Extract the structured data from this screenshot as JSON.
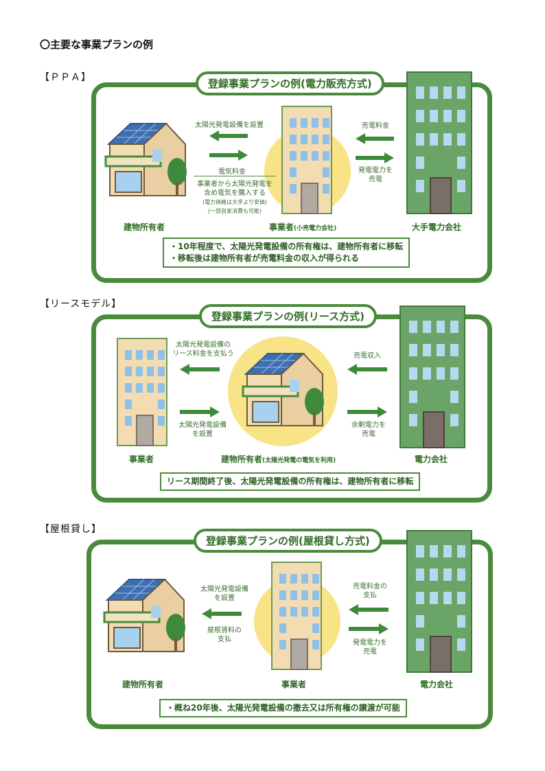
{
  "page_title": "〇主要な事業プランの例",
  "sections": [
    {
      "label": "【ＰＰＡ】",
      "title": "登録事業プランの例(電力販売方式)",
      "left_actor": "建物所有者",
      "center_actor": "事業者",
      "center_actor_sub": "(小売電力会社)",
      "right_actor": "大手電力会社",
      "left_top_text": "太陽光発電設備を設置",
      "left_mid_text": "電気料金",
      "left_bottom_lines": [
        "事業者から太陽光発電を",
        "含め電気を購入する",
        "(電力価格は大手より安価)",
        "(一部自家消費も可能)"
      ],
      "right_top_text": "売電料金",
      "right_bottom_lines": [
        "発電電力を",
        "売電"
      ],
      "notes": [
        "・10年程度で、太陽光発電設備の所有権は、建物所有者に移転",
        "・移転後は建物所有者が売電料金の収入が得られる"
      ]
    },
    {
      "label": "【リースモデル】",
      "title": "登録事業プランの例(リース方式)",
      "left_actor": "事業者",
      "center_actor": "建物所有者",
      "center_actor_sub": "(太陽光発電の電気を利用)",
      "right_actor": "電力会社",
      "left_top_lines": [
        "太陽光発電設備の",
        "リース料金を支払う"
      ],
      "left_bottom_lines": [
        "太陽光発電設備",
        "を設置"
      ],
      "right_top_text": "売電収入",
      "right_bottom_lines": [
        "余剰電力を",
        "売電"
      ],
      "notes": [
        "リース期間終了後、太陽光発電設備の所有権は、建物所有者に移転"
      ]
    },
    {
      "label": "【屋根貸し】",
      "title": "登録事業プランの例(屋根貸し方式)",
      "left_actor": "建物所有者",
      "center_actor": "事業者",
      "right_actor": "電力会社",
      "left_top_lines": [
        "太陽光発電設備",
        "を設置"
      ],
      "left_bottom_lines": [
        "屋根賃料の",
        "支払"
      ],
      "right_top_lines": [
        "売電料金の",
        "支払"
      ],
      "right_bottom_lines": [
        "発電電力を",
        "売電"
      ],
      "notes": [
        "・概ね20年後、太陽光発電設備の撤去又は所有権の譲渡が可能"
      ]
    }
  ],
  "colors": {
    "frame": "#4a8a3c",
    "circle": "#f8e486",
    "big_building": "#6aa466",
    "house_wall": "#f4dcb2"
  }
}
